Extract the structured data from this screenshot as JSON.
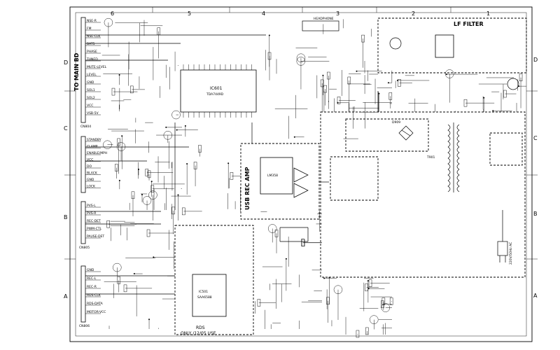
{
  "zones": {
    "columns": [
      "6",
      "5",
      "4",
      "3",
      "2",
      "1"
    ],
    "rows": [
      "D",
      "C",
      "B",
      "A"
    ]
  },
  "titles": {
    "to_main_bd": "TO MAIN BD",
    "lf_filter": "LF FILTER",
    "usb_rec_amp": "USB REC AMP",
    "rds_line1": "RDS",
    "rds_line2": "ONLY /12/05 USE",
    "headphone": "HEADPHONE"
  },
  "connectors": {
    "cn804": "CN804",
    "cn805": "CN805",
    "cn806": "CN806",
    "main_pins": [
      "NSE-R",
      "FM",
      "NSE-CLK",
      "BAT5",
      "PHASE",
      "TUNED",
      "MUTE-LEVEL",
      "LEVEL",
      "GND",
      "SOL1",
      "SOL2",
      "VCC",
      "VSB-5V"
    ],
    "mid_pins": [
      "STANDBY",
      "CLAMP",
      "ENABLE/MPH",
      "VCC",
      "DO",
      "BLACK",
      "GND",
      "LOCK"
    ],
    "lower_pins": [
      "PVS-L",
      "PVS-R",
      "REC-DET",
      "PWM-CTL",
      "PAUSE-DET"
    ],
    "bottom_pins": [
      "GND",
      "REC-L",
      "REC-R",
      "RDS-CLK",
      "RDS-DATA",
      "MOTOR-VCC"
    ]
  },
  "parts": {
    "ic_main_ref": "IC601",
    "ic_main_part": "TDA7449D",
    "ic_rds_ref": "IC501",
    "ic_rds_part": "SAA6588",
    "amp_ref": "LM358",
    "rect_ref": "D909",
    "transformer_ref": "T901",
    "power_label": "220V/50Hz AC"
  }
}
